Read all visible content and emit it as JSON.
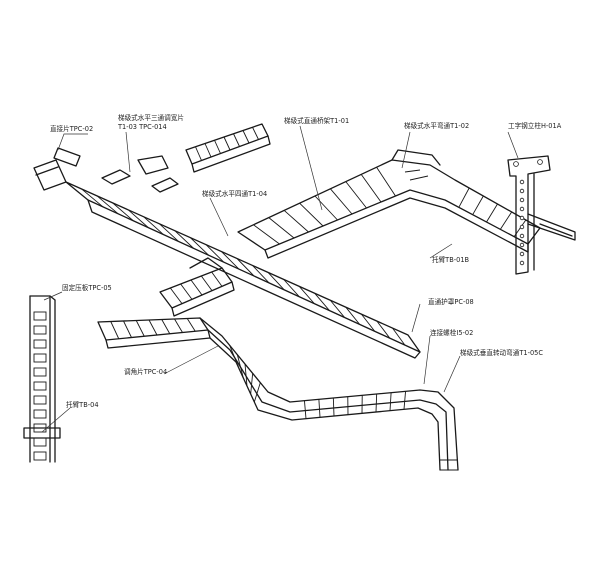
{
  "colors": {
    "line": "#1a1a1a",
    "text": "#222222",
    "background": "#ffffff"
  },
  "labels": {
    "straight_splice": "直接片TPC-02",
    "tee_adjust_line1": "梯级式水平三通调宽片",
    "tee_adjust_line2": "T1-03  TPC-014",
    "straight_tray": "梯级式直通桥架T1-01",
    "horizontal_bend": "梯级式水平弯通T1-02",
    "i_column": "工字钢立柱H-01A",
    "cross": "梯级式水平四通T1-04",
    "bracket_b": "托臂TB-01B",
    "fixed_clamp": "固定压板TPC-05",
    "straight_cover": "直通护罩PC-08",
    "connect_bolt": "连接螺栓I5-02",
    "vertical_bend": "梯级式垂直转动弯通T1-05C",
    "angle_piece": "调角片TPC-04",
    "bracket_4": "托臂TB-04"
  }
}
